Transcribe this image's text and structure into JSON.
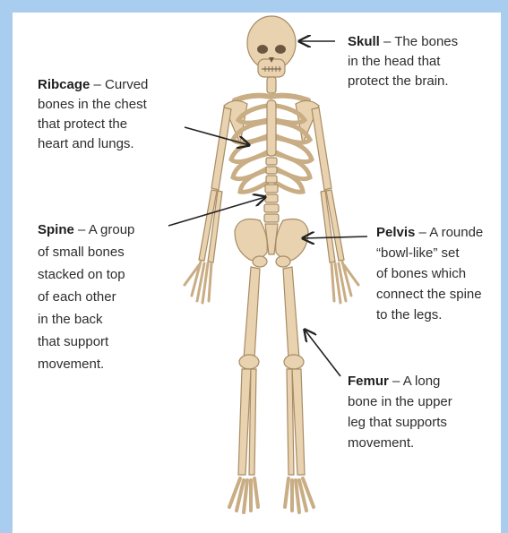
{
  "labels": {
    "skull": {
      "term": "Skull",
      "lines": [
        " – The bones",
        "in the head that",
        "protect the brain."
      ]
    },
    "ribcage": {
      "term": "Ribcage",
      "lines": [
        " – Curved",
        "bones in the chest",
        "that protect the",
        "heart and lungs."
      ]
    },
    "spine": {
      "term": "Spine",
      "lines": [
        " – A group",
        "of small bones",
        "stacked on top",
        "of each other",
        "in the back",
        "that support",
        "movement."
      ]
    },
    "pelvis": {
      "term": "Pelvis",
      "lines": [
        " – A rounde",
        "“bowl-like” set",
        "of bones which",
        "connect the spine",
        "to the legs."
      ]
    },
    "femur": {
      "term": "Femur",
      "lines": [
        " – A long",
        "bone in the upper",
        "leg that supports",
        "movement."
      ]
    }
  },
  "colors": {
    "bone_fill": "#e8d2b0",
    "bone_shade": "#c9ad84",
    "bone_edge": "#a88c63",
    "arrow": "#222222",
    "frame": "#a9cdee"
  }
}
